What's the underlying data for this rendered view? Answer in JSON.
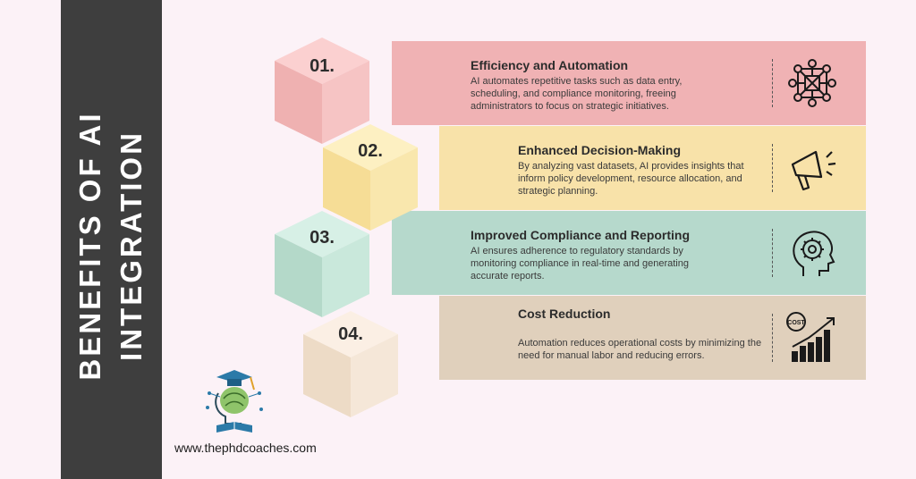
{
  "sidebar": {
    "title_line1": "BENEFITS OF AI",
    "title_line2": "INTEGRATION"
  },
  "items": [
    {
      "number": "01.",
      "title": "Efficiency and Automation",
      "description": "AI automates repetitive tasks such as data entry, scheduling, and compliance monitoring, freeing administrators to focus on strategic initiatives.",
      "color": "#f0b2b4",
      "icon": "network-icon"
    },
    {
      "number": "02.",
      "title": "Enhanced Decision-Making",
      "description": "By analyzing vast datasets, AI provides insights that inform policy development, resource allocation, and strategic planning.",
      "color": "#f8e2a9",
      "icon": "megaphone-icon"
    },
    {
      "number": "03.",
      "title": "Improved Compliance and Reporting",
      "description": "AI ensures adherence to regulatory standards by monitoring compliance in real-time and generating accurate reports.",
      "color": "#b6d9cc",
      "icon": "head-gear-icon"
    },
    {
      "number": "04.",
      "title": "Cost Reduction",
      "description": "Automation reduces operational costs by minimizing the need for manual labor and reducing errors.",
      "color": "#e0d0bc",
      "icon": "cost-growth-icon",
      "icon_text": "COST"
    }
  ],
  "footer": {
    "url": "www.thephdcoaches.com"
  }
}
